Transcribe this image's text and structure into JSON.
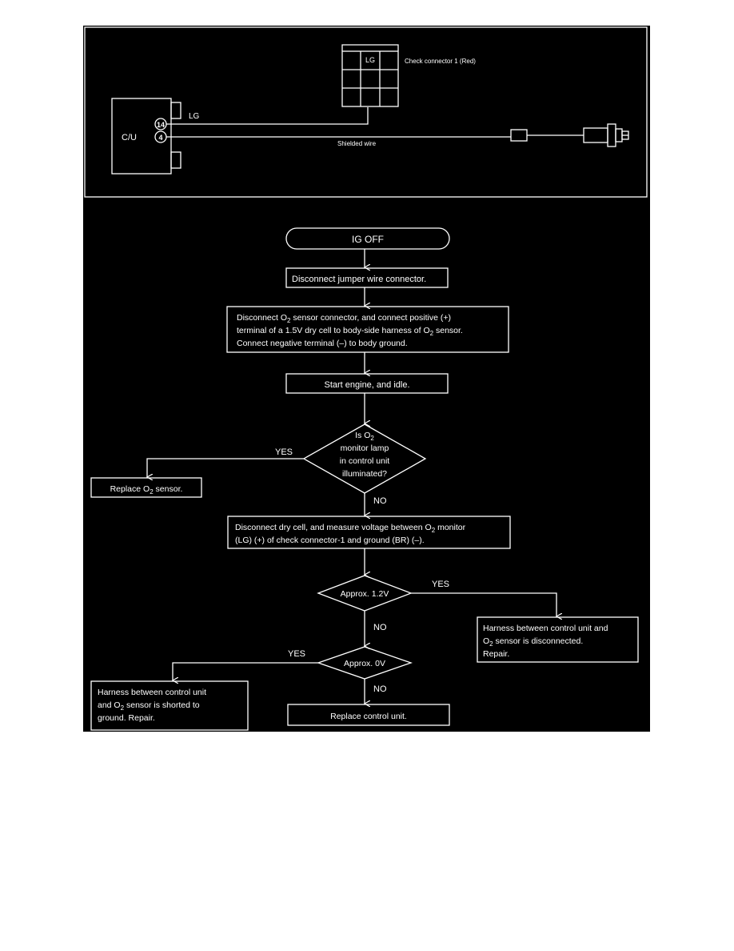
{
  "wiring": {
    "cu_label": "C/U",
    "pin_14": "14",
    "pin_4": "4",
    "lg_wire_label": "LG",
    "connector_lg_label": "LG",
    "check_connector_label": "Check connector 1 (Red)",
    "shielded_wire_label": "Shielded wire"
  },
  "flow": {
    "start": "IG OFF",
    "step1": "Disconnect jumper wire connector.",
    "step2": {
      "line1a": "Disconnect O",
      "line1sub": "2",
      "line1b": " sensor connector, and connect positive (+)",
      "line2a": "terminal of a 1.5V dry cell to body-side harness of O",
      "line2sub": "2",
      "line2b": " sensor.",
      "line3": "Connect negative terminal (–) to body ground."
    },
    "step3": "Start engine, and idle.",
    "decision1": {
      "line1a": "Is O",
      "line1sub": "2",
      "line2": "monitor lamp",
      "line3": "in control unit",
      "line4": "illuminated?"
    },
    "d1_yes": "YES",
    "d1_no": "NO",
    "replace_sensor": {
      "a": "Replace O",
      "sub": "2",
      "b": " sensor."
    },
    "step4": {
      "line1a": "Disconnect dry cell, and measure voltage between O",
      "line1sub": "2",
      "line1b": " monitor",
      "line2": "(LG) (+) of check connector-1 and ground (BR) (–)."
    },
    "decision2": "Approx. 1.2V",
    "d2_yes": "YES",
    "d2_no": "NO",
    "result_disconnected": {
      "line1": "Harness between control unit and",
      "line2a": "O",
      "line2sub": "2",
      "line2b": " sensor is disconnected.",
      "line3": "Repair."
    },
    "decision3": "Approx. 0V",
    "d3_yes": "YES",
    "d3_no": "NO",
    "result_shorted": {
      "line1": "Harness between control unit",
      "line2a": "and O",
      "line2sub": "2",
      "line2b": " sensor is shorted to",
      "line3": "ground. Repair."
    },
    "replace_cu": "Replace control unit."
  }
}
